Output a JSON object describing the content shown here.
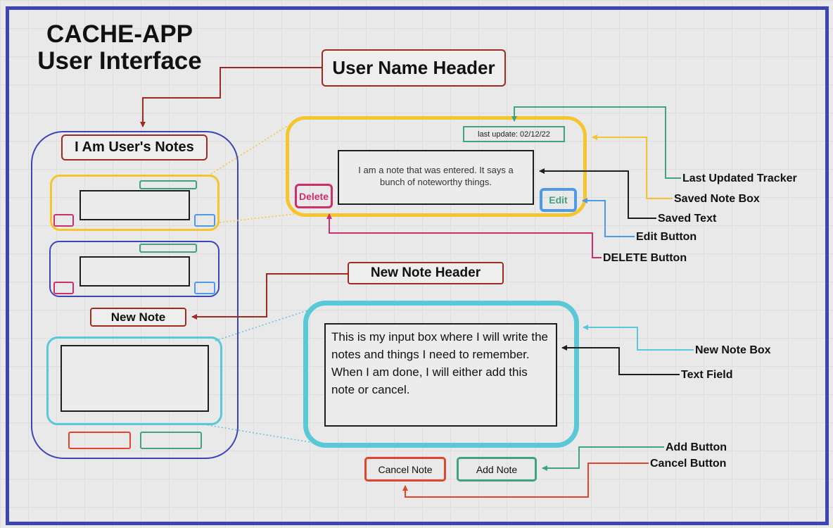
{
  "title": {
    "line1": "CACHE-APP",
    "line2": "User Interface"
  },
  "headers": {
    "user_name_header": "User Name Header",
    "notes_panel_title": "I Am User's Notes",
    "new_note_header": "New Note Header",
    "new_note_label": "New Note"
  },
  "saved_note": {
    "last_update": "last update: 02/12/22",
    "text": "I am a note that was entered. It says a bunch of noteworthy things.",
    "delete_label": "Delete",
    "edit_label": "Edit"
  },
  "new_note": {
    "input_text": "This is my input box where I will write the notes and things I need to remember. When I am done, I will either add this note or cancel.",
    "cancel_label": "Cancel Note",
    "add_label": "Add Note"
  },
  "annotations": {
    "last_updated_tracker": "Last Updated Tracker",
    "saved_note_box": "Saved Note Box",
    "saved_text": "Saved Text",
    "edit_button": "Edit Button",
    "delete_button": "DELETE Button",
    "new_note_box": "New Note Box",
    "text_field": "Text Field",
    "add_button": "Add Button",
    "cancel_button": "Cancel Button"
  },
  "colors": {
    "frame": "#3d45b5",
    "header_border": "#9c2b22",
    "saved_box": "#f4c52c",
    "tracker": "#3fa282",
    "delete": "#cc2f6b",
    "edit": "#4d9be6",
    "new_box": "#5bc8d8",
    "cancel": "#e0452e",
    "add": "#3fa282",
    "black": "#1e1e1e"
  }
}
